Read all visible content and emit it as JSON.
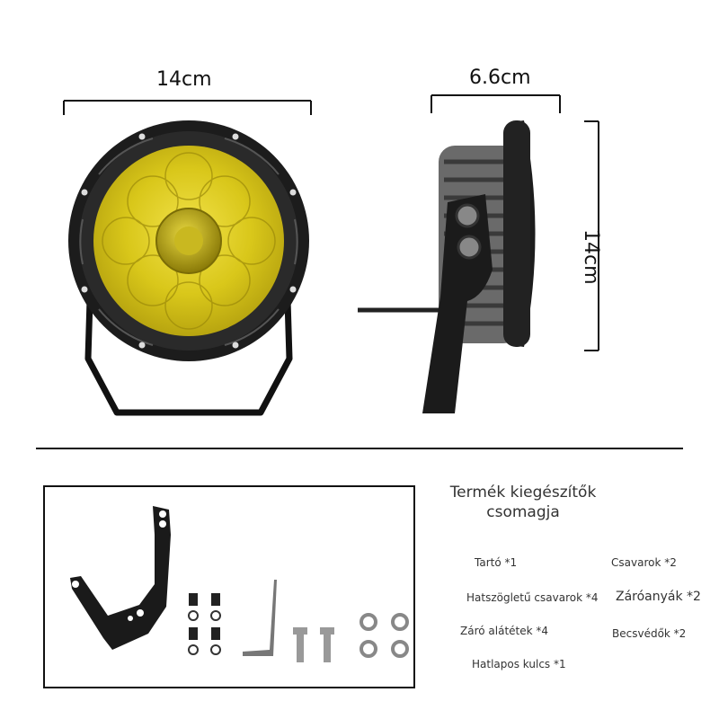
{
  "dimensions": {
    "front_width": "14cm",
    "side_depth": "6.6cm",
    "side_height": "14cm"
  },
  "accessories": {
    "title_line1": "Termék kiegészítők",
    "title_line2": "csomagja",
    "items": [
      "Tartó *1",
      "Csavarok *2",
      "Hatszögletű csavarok *4",
      "Záróanyák *2",
      "Záró alátétek *4",
      "Becsvédők *2",
      "Hatlapos kulcs *1"
    ]
  },
  "colors": {
    "lens_amber": "#e0d020",
    "housing": "#1a1a1a",
    "line": "#111111"
  }
}
